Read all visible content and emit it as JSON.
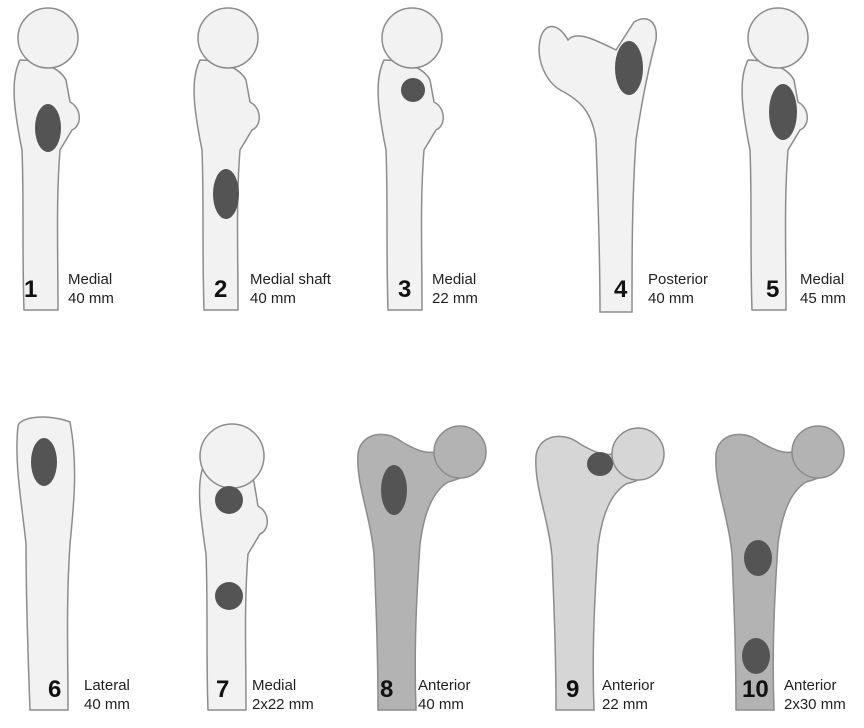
{
  "figure": {
    "palette": {
      "bone_light": "#f2f2f2",
      "bone_shade": "#bdbdbd",
      "bone_grey": "#b3b3b3",
      "bone_grey_light": "#d6d6d6",
      "outline": "#8c8c8c",
      "defect": "#545454"
    },
    "panels": [
      {
        "number": "1",
        "location": "Medial",
        "size": "40 mm"
      },
      {
        "number": "2",
        "location": "Medial shaft",
        "size": "40 mm"
      },
      {
        "number": "3",
        "location": "Medial",
        "size": "22 mm"
      },
      {
        "number": "4",
        "location": "Posterior",
        "size": "40 mm"
      },
      {
        "number": "5",
        "location": "Medial",
        "size": "45 mm"
      },
      {
        "number": "6",
        "location": "Lateral",
        "size": "40 mm"
      },
      {
        "number": "7",
        "location": "Medial",
        "size": "2x22 mm"
      },
      {
        "number": "8",
        "location": "Anterior",
        "size": "40 mm"
      },
      {
        "number": "9",
        "location": "Anterior",
        "size": "22 mm"
      },
      {
        "number": "10",
        "location": "Anterior",
        "size": "2x30 mm"
      }
    ]
  }
}
